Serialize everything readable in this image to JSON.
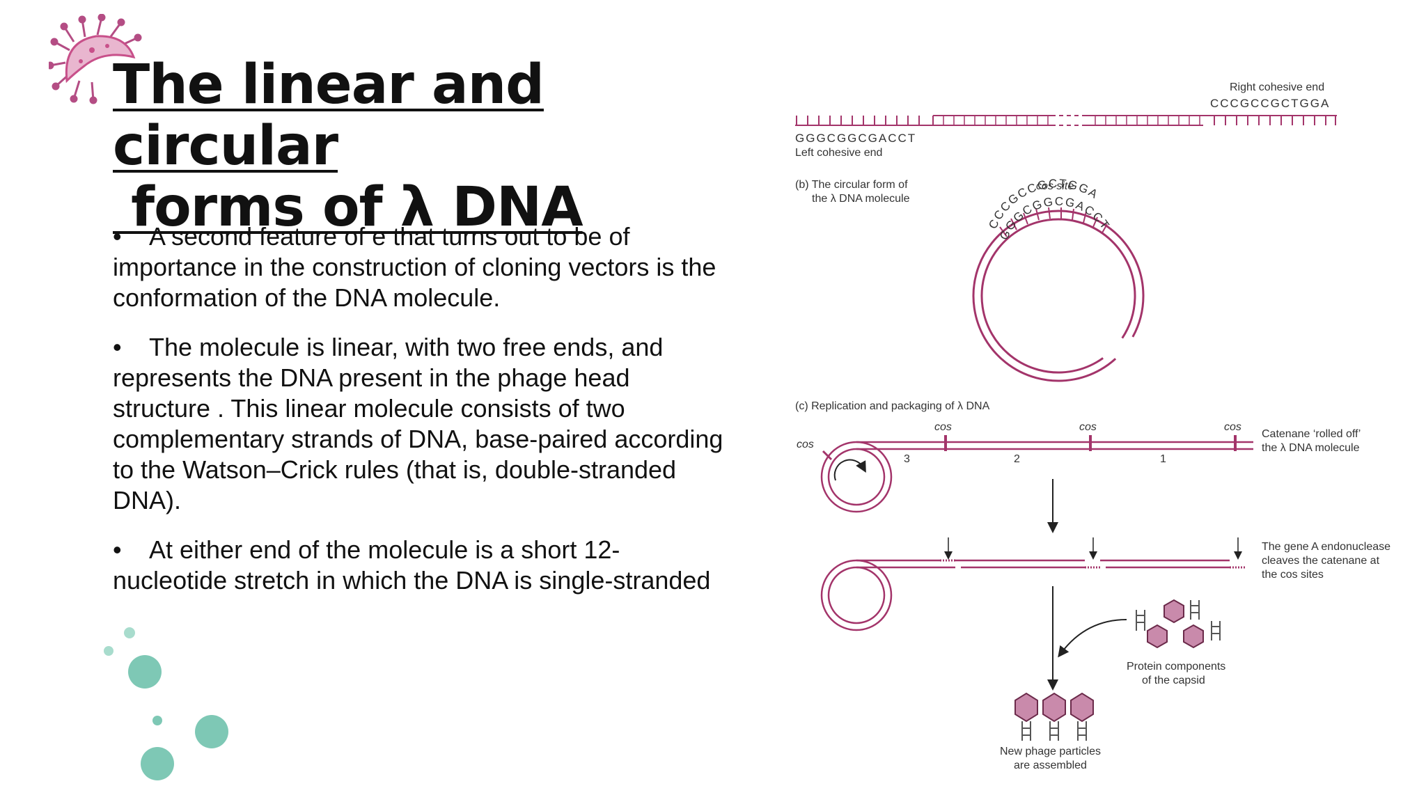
{
  "slide": {
    "title_line1": "The linear and circular",
    "title_line2": " forms of λ DNA",
    "bullet_symbol": "•",
    "bullets": [
      "A second feature of e that turns out to be of importance in the construction of cloning vectors is the conformation of the DNA molecule.",
      "The molecule is linear, with two free ends, and represents the DNA present in the phage head structure . This linear molecule consists of two complementary strands of DNA, base-paired according to the Watson–Crick rules (that is, double-stranded DNA).",
      "At either end of the molecule is a short 12-nucleotide stretch in which the DNA is single-stranded"
    ]
  },
  "figure": {
    "colors": {
      "dna": "#a3346a",
      "arrow": "#222222",
      "accent_dots": "#7ec8b5",
      "virus": "#c8508a"
    },
    "part_a": {
      "right_end_label": "Right cohesive end",
      "right_seq": "CCCGCCGCTGGA",
      "left_seq": "GGGCGGCGACCT",
      "left_end_label": "Left cohesive end"
    },
    "part_b": {
      "label_line1": "(b) The circular form of",
      "label_line2": "the λ DNA molecule",
      "cos_site_label": "cos site",
      "outer_seq": "CCCGCCGCTGGA",
      "inner_seq": "GGGCGGCGACCT"
    },
    "part_c": {
      "label": "(c) Replication and packaging of λ DNA",
      "cos": "cos",
      "unit_numbers": [
        "3",
        "2",
        "1"
      ],
      "catenane_line1": "Catenane ‘rolled off’",
      "catenane_line2": "the λ DNA molecule",
      "endonuclease_line1": "The gene A endonuclease",
      "endonuclease_line2": "cleaves the catenane at",
      "endonuclease_line3": "the cos sites",
      "protein_line1": "Protein components",
      "protein_line2": "of the capsid",
      "phage_line1": "New phage particles",
      "phage_line2": "are assembled"
    }
  }
}
